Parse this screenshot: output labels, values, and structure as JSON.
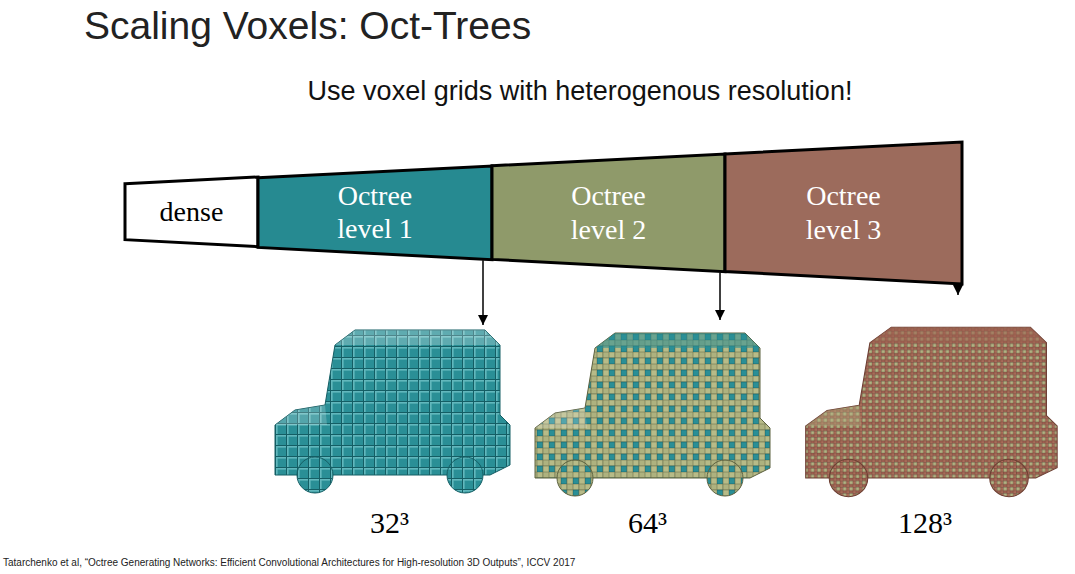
{
  "diagram": {
    "title": "Scaling Voxels: Oct-Trees",
    "nodes": [
      {
        "text": [
          "dense"
        ]
      },
      {
        "text": [
          "Octree level 1"
        ]
      },
      {
        "text": [
          "Octree level 2"
        ]
      },
      {
        "text": [
          "Octree level 3"
        ]
      },
      {
        "text": [
          "32³"
        ]
      },
      {
        "text": [
          "64³"
        ]
      },
      {
        "text": [
          "128³"
        ]
      }
    ],
    "edges": [
      {
        "from": 1,
        "to": 4,
        "arrow": "to"
      },
      {
        "from": 2,
        "to": 5,
        "arrow": "to"
      },
      {
        "from": 3,
        "to": 6,
        "arrow": "to"
      }
    ],
    "labels": [
      "Use voxel grids with heterogenous resolution!",
      "Tatarchenko et al, “Octree Generating Networks: Efficient Convolutional Architectures for High-resolution 3D Outputs”, ICCV 2017"
    ]
  }
}
